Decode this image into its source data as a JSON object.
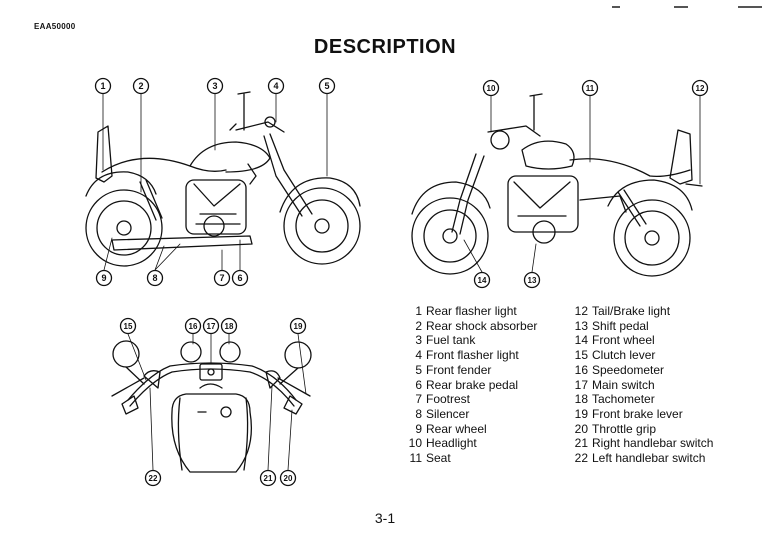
{
  "header": {
    "code": "EAA50000",
    "title": "DESCRIPTION"
  },
  "callouts": [
    "1",
    "2",
    "3",
    "4",
    "5",
    "6",
    "7",
    "8",
    "9",
    "10",
    "11",
    "12",
    "13",
    "14",
    "15",
    "16",
    "17",
    "18",
    "19",
    "20",
    "21",
    "22"
  ],
  "legend_left": [
    {
      "num": "1",
      "label": "Rear flasher light"
    },
    {
      "num": "2",
      "label": "Rear shock absorber"
    },
    {
      "num": "3",
      "label": "Fuel tank"
    },
    {
      "num": "4",
      "label": "Front flasher light"
    },
    {
      "num": "5",
      "label": "Front fender"
    },
    {
      "num": "6",
      "label": "Rear brake pedal"
    },
    {
      "num": "7",
      "label": "Footrest"
    },
    {
      "num": "8",
      "label": "Silencer"
    },
    {
      "num": "9",
      "label": "Rear wheel"
    },
    {
      "num": "10",
      "label": "Headlight"
    },
    {
      "num": "11",
      "label": "Seat"
    }
  ],
  "legend_right": [
    {
      "num": "12",
      "label": "Tail/Brake light"
    },
    {
      "num": "13",
      "label": "Shift pedal"
    },
    {
      "num": "14",
      "label": "Front wheel"
    },
    {
      "num": "15",
      "label": "Clutch lever"
    },
    {
      "num": "16",
      "label": "Speedometer"
    },
    {
      "num": "17",
      "label": "Main switch"
    },
    {
      "num": "18",
      "label": "Tachometer"
    },
    {
      "num": "19",
      "label": "Front brake lever"
    },
    {
      "num": "20",
      "label": "Throttle grip"
    },
    {
      "num": "21",
      "label": "Right handlebar switch"
    },
    {
      "num": "22",
      "label": "Left handlebar switch"
    }
  ],
  "footer": {
    "page": "3-1"
  }
}
